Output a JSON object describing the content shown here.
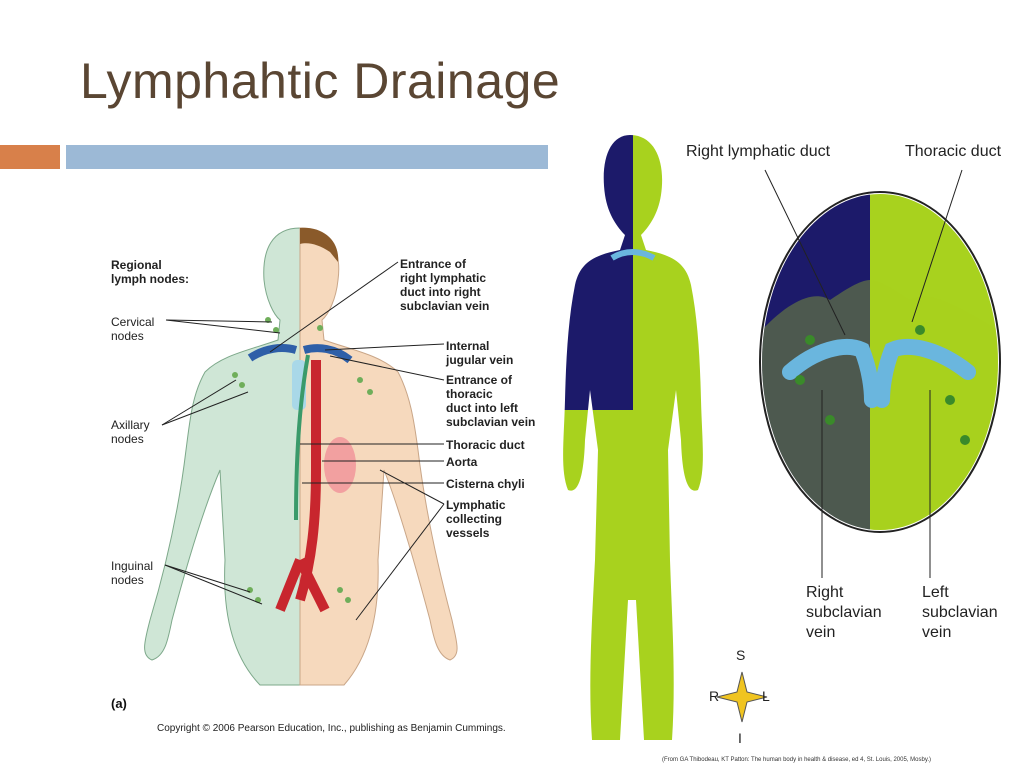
{
  "slide": {
    "title": "Lymphahtic Drainage",
    "accent_colors": {
      "orange": "#d8804a",
      "blue": "#9cb9d6",
      "title": "#5a4633"
    }
  },
  "left_figure": {
    "heading": "Regional\nlymph nodes:",
    "labels_left": {
      "cervical": "Cervical\nnodes",
      "axillary": "Axillary\nnodes",
      "inguinal": "Inguinal\nnodes"
    },
    "labels_right": {
      "entrance_right": "Entrance of\nright lymphatic\nduct into right\nsubclavian vein",
      "internal_jugular": "Internal\njugular vein",
      "entrance_thoracic": "Entrance of\nthoracic\nduct into left\nsubclavian vein",
      "thoracic_duct": "Thoracic duct",
      "aorta": "Aorta",
      "cisterna": "Cisterna chyli",
      "collecting": "Lymphatic\ncollecting\nvessels"
    },
    "panel_label": "(a)",
    "copyright": "Copyright © 2006 Pearson Education, Inc., publishing as Benjamin Cummings."
  },
  "right_figure": {
    "right_lymphatic_duct": "Right lymphatic duct",
    "thoracic_duct": "Thoracic duct",
    "right_subclavian": "Right\nsubclavian\nvein",
    "left_subclavian": "Left\nsubclavian\nvein",
    "compass": {
      "s": "S",
      "r": "R",
      "l": "L",
      "i": "I"
    },
    "source": "(From GA Thibodeau, KT Patton: The human body in health & disease, ed 4, St. Louis, 2005, Mosby.)"
  }
}
